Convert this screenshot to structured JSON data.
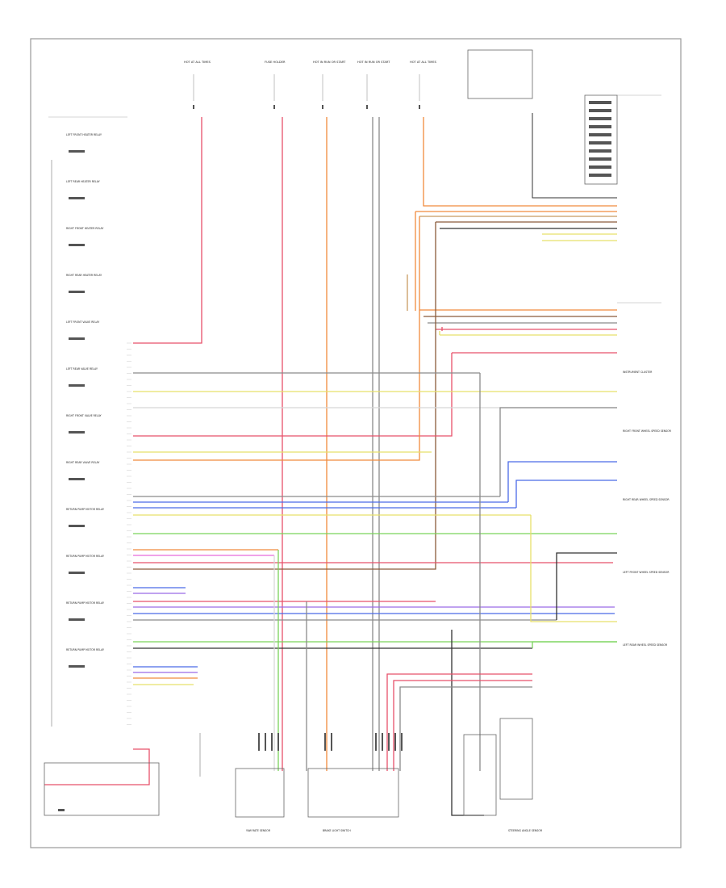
{
  "page": {
    "footer_code": ""
  },
  "colors": {
    "red": "#e8506a",
    "orange": "#f08a3c",
    "tan": "#c89a62",
    "brown": "#8a5a3a",
    "yellow": "#e8e06a",
    "green": "#7ad35a",
    "blue": "#4a6ae8",
    "violet": "#9a6ae8",
    "gray": "#8a8a8a",
    "black": "#333333",
    "white": "#d8d8d8",
    "pink": "#e86adc",
    "frame": "#999999"
  },
  "modules": {
    "left": [
      {
        "label": "LEFT FRONT HEATER RELAY"
      },
      {
        "label": "LEFT REAR HEATER RELAY"
      },
      {
        "label": "RIGHT FRONT HEATER RELAY"
      },
      {
        "label": "RIGHT REAR HEATER RELAY"
      },
      {
        "label": "LEFT FRONT VALVE RELAY"
      },
      {
        "label": "LEFT REAR VALVE RELAY"
      },
      {
        "label": "RIGHT FRONT VALVE RELAY"
      },
      {
        "label": "RIGHT REAR VALVE RELAY"
      },
      {
        "label": "RETURN PUMP MOTOR RELAY"
      },
      {
        "label": "RETURN PUMP MOTOR RELAY"
      },
      {
        "label": "RETURN PUMP MOTOR RELAY"
      },
      {
        "label": "RETURN PUMP MOTOR RELAY"
      }
    ],
    "bottom": [
      {
        "label": "YAW RATE SENSOR"
      },
      {
        "label": "BRAKE LIGHT SWITCH"
      },
      {
        "label": "STEERING ANGLE SENSOR"
      }
    ],
    "right": [
      {
        "label": "INSTRUMENT CLUSTER"
      },
      {
        "label": "RIGHT FRONT WHEEL SPEED SENSOR"
      },
      {
        "label": "RIGHT REAR WHEEL SPEED SENSOR"
      },
      {
        "label": "LEFT FRONT WHEEL SPEED SENSOR"
      },
      {
        "label": "LEFT REAR WHEEL SPEED SENSOR"
      }
    ],
    "top_fuses": [
      {
        "label": "HOT AT ALL TIMES"
      },
      {
        "label": "FUSE HOLDER"
      },
      {
        "label": "HOT IN RUN OR START"
      },
      {
        "label": "HOT IN RUN OR START"
      },
      {
        "label": "HOT AT ALL TIMES"
      }
    ]
  }
}
